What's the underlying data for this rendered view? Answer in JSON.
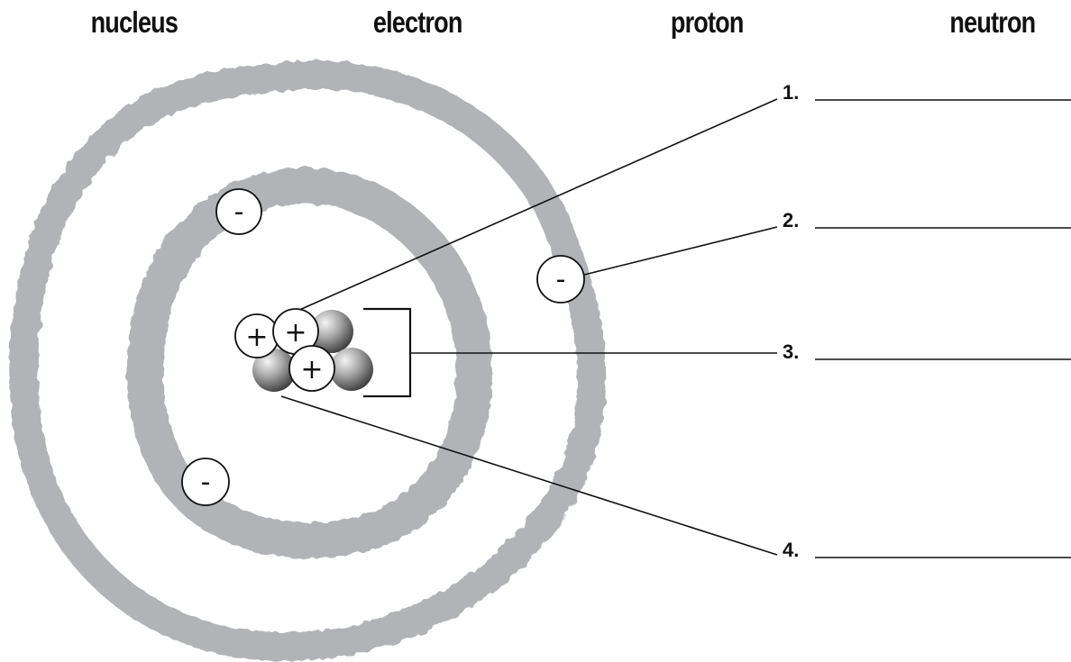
{
  "word_bank": [
    "nucleus",
    "electron",
    "proton",
    "neutron"
  ],
  "labels": [
    "1.",
    "2.",
    "3.",
    "4."
  ],
  "particle_signs": {
    "electron": "-",
    "proton": "+"
  },
  "colors": {
    "orbit": "#b1b3b6",
    "ink": "#111111",
    "neutron_light": "#f2f2f2",
    "neutron_dark": "#3a3a3a"
  }
}
